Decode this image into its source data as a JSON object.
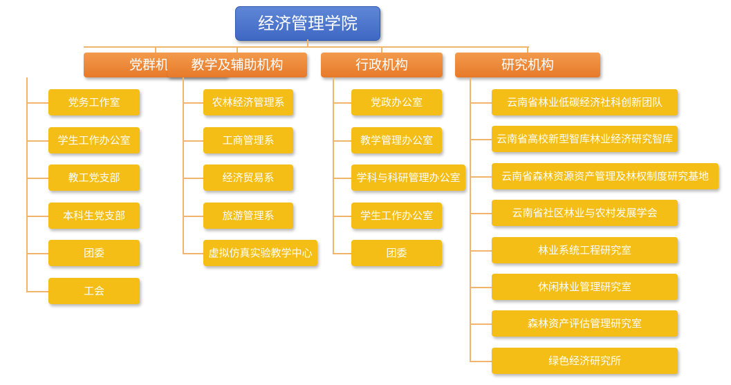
{
  "root": {
    "label": "经济管理学院"
  },
  "categories": [
    {
      "label": "党群机构",
      "items": [
        "党务工作室",
        "学生工作办公室",
        "教工党支部",
        "本科生党支部",
        "团委",
        "工会"
      ]
    },
    {
      "label": "教学及辅助机构",
      "items": [
        "农林经济管理系",
        "工商管理系",
        "经济贸易系",
        "旅游管理系",
        "虚拟仿真实验教学中心"
      ]
    },
    {
      "label": "行政机构",
      "items": [
        "党政办公室",
        "教学管理办公室",
        "学科与科研管理办公室",
        "学生工作办公室",
        "团委"
      ]
    },
    {
      "label": "研究机构",
      "items": [
        "云南省林业低碳经济社科创新团队",
        "云南省高校新型智库林业经济研究智库",
        "云南省森林资源资产管理及林权制度研究基地",
        "云南省社区林业与农村发展学会",
        "林业系统工程研究室",
        "休闲林业管理研究室",
        "森林资产评估管理研究室",
        "绿色经济研究所"
      ]
    }
  ]
}
